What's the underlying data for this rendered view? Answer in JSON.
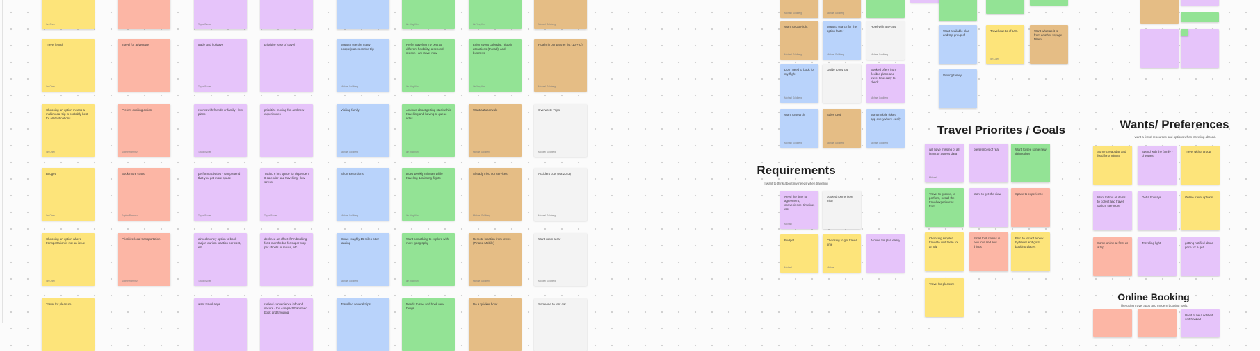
{
  "colors": {
    "yellow": "#fde47a",
    "salmon": "#fcb6a5",
    "purple": "#e6c4fa",
    "blue": "#b9d3fb",
    "green": "#93e395",
    "tan": "#e5bd85",
    "white": "#f3f3f3"
  },
  "sections": [
    {
      "title": "Requirements",
      "subtitle": "I want to think about my needs when traveling"
    },
    {
      "title": "Travel Priorites / Goals",
      "subtitle": ""
    },
    {
      "title": "Wants/ Preferences",
      "subtitle": "I want a list of resources and options when traveling abroad."
    },
    {
      "title": "Online Booking",
      "subtitle": "I like using travel apps and modern booking tools."
    }
  ],
  "stickies": [
    {
      "color": "yellow",
      "text": "",
      "author": "Ian Chen"
    },
    {
      "color": "salmon",
      "text": "",
      "author": ""
    },
    {
      "color": "purple",
      "text": "",
      "author": "Taylor Baxter"
    },
    {
      "color": "purple",
      "text": "",
      "author": ""
    },
    {
      "color": "blue",
      "text": "",
      "author": ""
    },
    {
      "color": "green",
      "text": "",
      "author": "Lin Ying Kim"
    },
    {
      "color": "green",
      "text": "",
      "author": "Lin Ying Kim"
    },
    {
      "color": "tan",
      "text": "",
      "author": "Michael Goldberg"
    },
    {
      "color": "yellow",
      "text": "Travel length",
      "author": "Ian Chen"
    },
    {
      "color": "salmon",
      "text": "Travel for adventure",
      "author": ""
    },
    {
      "color": "purple",
      "text": "trade and holidays",
      "author": "Taylor Baxter"
    },
    {
      "color": "purple",
      "text": "prioritize ease of travel",
      "author": ""
    },
    {
      "color": "blue",
      "text": "Want to see the many people/places on the trip",
      "author": "Michael Goldberg"
    },
    {
      "color": "green",
      "text": "Prefer traveling my pets to different flexibility, a second reason I am travel now",
      "author": "Lin Ying Kim"
    },
    {
      "color": "green",
      "text": "Enjoy event calendar, historic attractions (thread), and business",
      "author": "Lin Ying Kim"
    },
    {
      "color": "tan",
      "text": "Hotels in our partner list (10 + U)",
      "author": "Michael Goldberg"
    },
    {
      "color": "yellow",
      "text": "Choosing an option means a multimodal trip is probably best for all destinations",
      "author": "Ian Chen"
    },
    {
      "color": "salmon",
      "text": "Prefers exciting action",
      "author": "Sophie Ramirez"
    },
    {
      "color": "purple",
      "text": "rooms with friends or family - low plans",
      "author": "Taylor Baxter"
    },
    {
      "color": "purple",
      "text": "prioritize moving fun and new experiences",
      "author": ""
    },
    {
      "color": "blue",
      "text": "Visiting family",
      "author": "Michael Goldberg"
    },
    {
      "color": "green",
      "text": "Anxious about getting stuck while travelling and having to queue rides",
      "author": "Lin Ying Kim"
    },
    {
      "color": "tan",
      "text": "Want a Zuberwalk",
      "author": "Michael Goldberg"
    },
    {
      "color": "white",
      "text": "Overwrote Trips",
      "author": "Michael Goldberg"
    },
    {
      "color": "yellow",
      "text": "Budget",
      "author": "Ian Chen"
    },
    {
      "color": "salmon",
      "text": "Book more costs",
      "author": "Sophie Ramirez"
    },
    {
      "color": "purple",
      "text": "perform activities - can pretend that you get more space",
      "author": "Taylor Baxter"
    },
    {
      "color": "purple",
      "text": "Taxi to 6 hrs space for dependent 8 calendar and travelling - low stress",
      "author": "Taylor Baxter"
    },
    {
      "color": "blue",
      "text": "Short excursions",
      "author": "Michael Goldberg"
    },
    {
      "color": "green",
      "text": "Does weekly minutes while traveling & missing flights",
      "author": "Lin Ying Kim"
    },
    {
      "color": "tan",
      "text": "Already tried our services",
      "author": "Michael Goldberg"
    },
    {
      "color": "white",
      "text": "Accident cuts (via 2023)",
      "author": "Michael Goldberg"
    },
    {
      "color": "yellow",
      "text": "Choosing an option where transportation is not an issue",
      "author": "Ian Chen"
    },
    {
      "color": "salmon",
      "text": "Prioritize local transportation",
      "author": "Sophie Ramirez"
    },
    {
      "color": "purple",
      "text": "aimed money option to book major tourism location per cost, etc.",
      "author": "Taylor Baxter"
    },
    {
      "color": "purple",
      "text": "declined an offset if I'm booking for 2 months but for super stop per shoots or refuse, etc.",
      "author": ""
    },
    {
      "color": "blue",
      "text": "Drove roughly 15 miles after landing",
      "author": "Michael Goldberg"
    },
    {
      "color": "green",
      "text": "Want something to explore with more geography",
      "author": "Lin Ying Kim"
    },
    {
      "color": "tan",
      "text": "Remote location from towns (Pinapa Mobile)",
      "author": "Michael Goldberg"
    },
    {
      "color": "white",
      "text": "Want room a car",
      "author": "Michael Goldberg"
    },
    {
      "color": "yellow",
      "text": "Travel for pleasure",
      "author": ""
    },
    {
      "color": "purple",
      "text": "want travel apps",
      "author": ""
    },
    {
      "color": "purple",
      "text": "ranked convenience info and secure - too compact than need book and trending",
      "author": ""
    },
    {
      "color": "blue",
      "text": "Travelled several trips",
      "author": ""
    },
    {
      "color": "green",
      "text": "Needs to see and book new things",
      "author": ""
    },
    {
      "color": "tan",
      "text": "Do a quicker book",
      "author": ""
    },
    {
      "color": "white",
      "text": "Someone to rent car",
      "author": ""
    },
    {
      "color": "tan",
      "text": "",
      "author": "Michael Goldberg"
    },
    {
      "color": "tan",
      "text": "",
      "author": "Michael Goldberg"
    },
    {
      "color": "green",
      "text": "",
      "author": ""
    },
    {
      "color": "purple",
      "text": "",
      "author": ""
    },
    {
      "color": "tan",
      "text": "Want to Go Right",
      "author": "Michael Goldberg"
    },
    {
      "color": "blue",
      "text": "Want to search for the option faster",
      "author": "Michael Goldberg"
    },
    {
      "color": "white",
      "text": "Hotel with a 5+ a.s",
      "author": "Michael Goldberg"
    },
    {
      "color": "blue",
      "text": "Don't need to book for my flight",
      "author": "Michael Goldberg"
    },
    {
      "color": "white",
      "text": "Guide to my car",
      "author": ""
    },
    {
      "color": "purple",
      "text": "Booked offers from flexible plans and travel time easy to check",
      "author": "Michael Goldberg"
    },
    {
      "color": "blue",
      "text": "Want to search",
      "author": "Michael Goldberg"
    },
    {
      "color": "tan",
      "text": "Sales deal",
      "author": "Michael Goldberg"
    },
    {
      "color": "blue",
      "text": "Want mobile ticket app everywhere easily",
      "author": "Michael Goldberg"
    },
    {
      "color": "purple",
      "text": "Need the time for agreement, convenience, timeline, etc",
      "author": "Michael"
    },
    {
      "color": "white",
      "text": "booked rooms (see info)",
      "author": ""
    },
    {
      "color": "yellow",
      "text": "Budget",
      "author": "Michael"
    },
    {
      "color": "yellow",
      "text": "Choosing to get travel time",
      "author": "Michael"
    },
    {
      "color": "purple",
      "text": "Around for plan easily",
      "author": ""
    },
    {
      "color": "green",
      "text": "",
      "author": ""
    },
    {
      "color": "green",
      "text": "",
      "author": ""
    },
    {
      "color": "green",
      "text": "",
      "author": ""
    },
    {
      "color": "blue",
      "text": "Want available plan and trip group of",
      "author": ""
    },
    {
      "color": "yellow",
      "text": "Travel due to of U.S.",
      "author": "Ian Chen"
    },
    {
      "color": "tan",
      "text": "Want what as it is from another voyage Miami",
      "author": ""
    },
    {
      "color": "blue",
      "text": "Visiting family",
      "author": ""
    },
    {
      "color": "purple",
      "text": "will have missing of all items to assess data",
      "author": "Michael"
    },
    {
      "color": "purple",
      "text": "preferences of real",
      "author": ""
    },
    {
      "color": "green",
      "text": "Want to see some new things they",
      "author": ""
    },
    {
      "color": "green",
      "text": "Travel to groove, to perform, not all the travel experiences from",
      "author": ""
    },
    {
      "color": "purple",
      "text": "Want to get the view",
      "author": ""
    },
    {
      "color": "salmon",
      "text": "Space to experience",
      "author": ""
    },
    {
      "color": "yellow",
      "text": "Choosing simpler travel to visit there for an trip",
      "author": ""
    },
    {
      "color": "salmon",
      "text": "Small font comes in new info and and things",
      "author": ""
    },
    {
      "color": "yellow",
      "text": "Plan to record a new by travel and go to booking places",
      "author": ""
    },
    {
      "color": "yellow",
      "text": "Travel for pleasure",
      "author": ""
    },
    {
      "color": "tan",
      "text": "",
      "author": ""
    },
    {
      "color": "purple",
      "text": "",
      "author": ""
    },
    {
      "color": "green",
      "text": "",
      "author": ""
    },
    {
      "color": "purple",
      "text": "",
      "author": ""
    },
    {
      "color": "purple",
      "text": "",
      "author": ""
    },
    {
      "color": "green",
      "text": "",
      "author": ""
    },
    {
      "color": "yellow",
      "text": "Some cheap day and food for a minute",
      "author": ""
    },
    {
      "color": "purple",
      "text": "Spend with the family - cheapest",
      "author": ""
    },
    {
      "color": "yellow",
      "text": "Travel with a group",
      "author": ""
    },
    {
      "color": "purple",
      "text": "Want to find all items to collect and travel option, see more",
      "author": ""
    },
    {
      "color": "purple",
      "text": "Get a holidays",
      "author": ""
    },
    {
      "color": "yellow",
      "text": "Online travel options",
      "author": ""
    },
    {
      "color": "salmon",
      "text": "Some online at first, at a trip",
      "author": ""
    },
    {
      "color": "purple",
      "text": "Traveling light",
      "author": ""
    },
    {
      "color": "purple",
      "text": "getting notified about price for a get",
      "author": ""
    },
    {
      "color": "salmon",
      "text": "",
      "author": ""
    },
    {
      "color": "salmon",
      "text": "",
      "author": ""
    },
    {
      "color": "purple",
      "text": "Used to be a notified and booked",
      "author": ""
    }
  ]
}
